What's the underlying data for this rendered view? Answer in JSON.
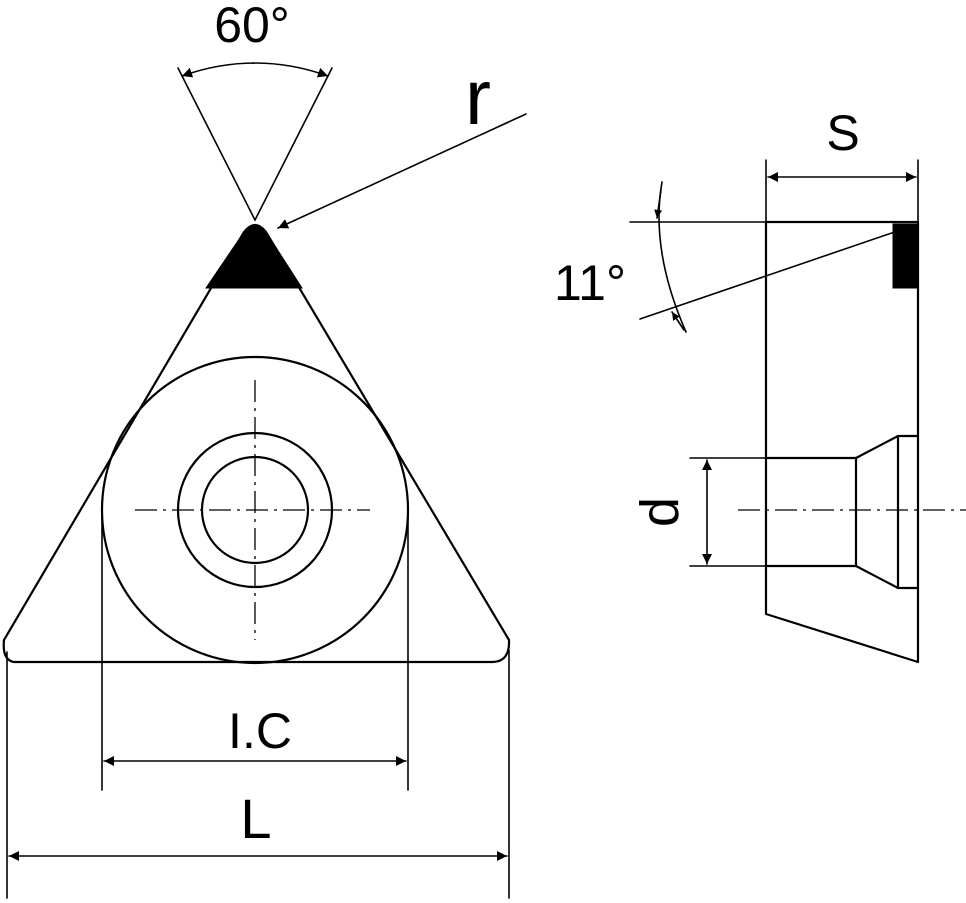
{
  "labels": {
    "angle_top": "60°",
    "radius": "r",
    "thickness": "S",
    "clearance_angle": "11°",
    "hole_diameter": "d",
    "inscribed_circle": "I.C",
    "length": "L"
  },
  "colors": {
    "line": "#000000",
    "background": "#ffffff"
  }
}
